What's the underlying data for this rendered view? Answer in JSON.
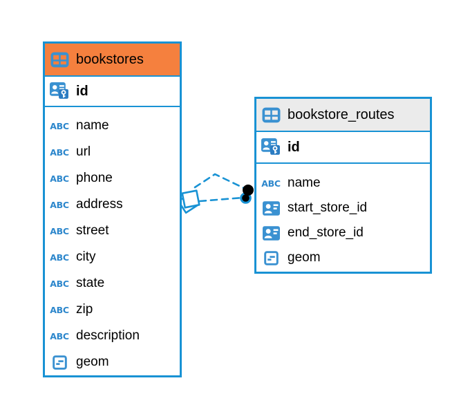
{
  "colors": {
    "accent_blue": "#1892d4",
    "icon_blue": "#3a91d1",
    "key_square_blue": "#2b7cc2",
    "text_icon_blue": "#2d87cc",
    "dot_black": "#000000",
    "canvas_bg": "#ffffff"
  },
  "icons": {
    "text_type_label": "ABC"
  },
  "tables": [
    {
      "name": "bookstores",
      "header_bg": "#f5803e",
      "primary_key": "id",
      "columns": [
        {
          "name": "name",
          "type": "text"
        },
        {
          "name": "url",
          "type": "text"
        },
        {
          "name": "phone",
          "type": "text"
        },
        {
          "name": "address",
          "type": "text"
        },
        {
          "name": "street",
          "type": "text"
        },
        {
          "name": "city",
          "type": "text"
        },
        {
          "name": "state",
          "type": "text"
        },
        {
          "name": "zip",
          "type": "text"
        },
        {
          "name": "description",
          "type": "text"
        },
        {
          "name": "geom",
          "type": "geometry"
        }
      ]
    },
    {
      "name": "bookstore_routes",
      "header_bg": "#ebebeb",
      "primary_key": "id",
      "columns": [
        {
          "name": "name",
          "type": "text"
        },
        {
          "name": "start_store_id",
          "type": "reference"
        },
        {
          "name": "end_store_id",
          "type": "reference"
        },
        {
          "name": "geom",
          "type": "geometry"
        }
      ]
    }
  ],
  "relationships": {
    "count": 2,
    "line_style": "dashed",
    "line_color": "#1892d4",
    "left_endpoint": "overlapping-outlined-squares",
    "right_endpoint": "overlapping-filled-dots"
  }
}
